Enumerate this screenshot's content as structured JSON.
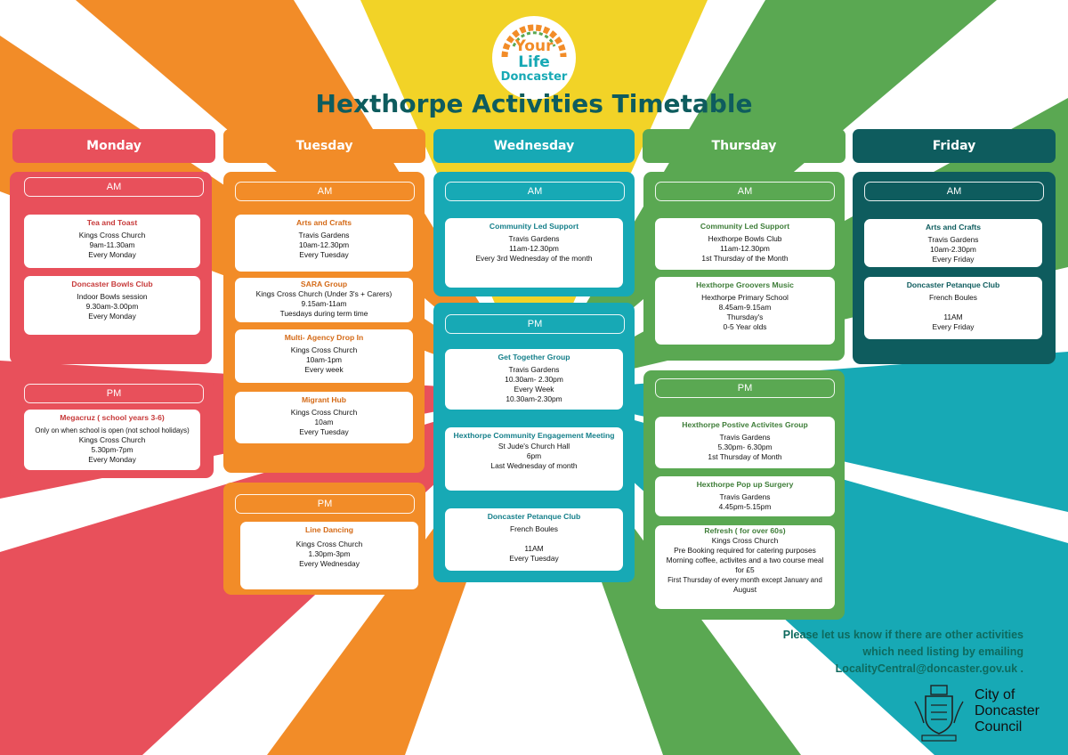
{
  "logo": {
    "line1": "Your",
    "line2": "Life",
    "line3": "Doncaster"
  },
  "title": "Hexthorpe Activities Timetable",
  "colors": {
    "monday": "#e8505b",
    "tuesday": "#f28c28",
    "wednesday": "#17a9b5",
    "thursday": "#5aa852",
    "friday": "#0e5c5e",
    "yellow": "#f0d020"
  },
  "days": [
    {
      "name": "Monday",
      "am_label": "AM",
      "am": [
        {
          "title": "Tea and Toast",
          "lines": [
            "Kings Cross Church",
            "9am-11.30am",
            "Every Monday"
          ]
        },
        {
          "title": "Doncaster Bowls Club",
          "lines": [
            "Indoor Bowls session",
            "9.30am-3.00pm",
            "Every Monday"
          ]
        }
      ],
      "pm_label": "PM",
      "pm": [
        {
          "title": "Megacruz ( school years 3-6)",
          "lines": [
            "Only on when school is open (not school holidays)",
            "Kings Cross Church",
            "5.30pm-7pm",
            "Every Monday"
          ]
        }
      ]
    },
    {
      "name": "Tuesday",
      "am_label": "AM",
      "am": [
        {
          "title": "Arts and Crafts",
          "lines": [
            "Travis Gardens",
            "10am-12.30pm",
            "Every Tuesday"
          ]
        },
        {
          "title": "SARA Group",
          "lines": [
            "Kings Cross Church (Under 3's + Carers)",
            "9.15am-11am",
            "Tuesdays during term time"
          ]
        },
        {
          "title": "Multi- Agency Drop In",
          "lines": [
            "Kings Cross Church",
            "10am-1pm",
            "Every week"
          ]
        },
        {
          "title": "Migrant Hub",
          "lines": [
            "Kings Cross Church",
            "10am",
            "Every Tuesday"
          ]
        }
      ],
      "pm_label": "PM",
      "pm": [
        {
          "title": "Line Dancing",
          "lines": [
            "Kings Cross Church",
            "1.30pm-3pm",
            "Every Wednesday"
          ]
        }
      ]
    },
    {
      "name": "Wednesday",
      "am_label": "AM",
      "am": [
        {
          "title": "Community Led Support",
          "lines": [
            "Travis Gardens",
            "11am-12.30pm",
            "Every 3rd Wednesday of the month"
          ]
        }
      ],
      "pm_label": "PM",
      "pm": [
        {
          "title": "Get Together Group",
          "lines": [
            "Travis Gardens",
            "10.30am- 2.30pm",
            "Every Week",
            "10.30am-2.30pm"
          ]
        },
        {
          "title": "Hexthorpe Community Engagement Meeting",
          "lines": [
            "St Jude's Church Hall",
            "6pm",
            "Last Wednesday of month"
          ]
        },
        {
          "title": "Doncaster Petanque Club",
          "lines": [
            "French Boules",
            "",
            "11AM",
            "Every Tuesday"
          ]
        }
      ]
    },
    {
      "name": "Thursday",
      "am_label": "AM",
      "am": [
        {
          "title": "Community Led Support",
          "lines": [
            "Hexthorpe Bowls Club",
            "11am-12.30pm",
            "1st Thursday of the Month"
          ]
        },
        {
          "title": "Hexthorpe Groovers Music",
          "lines": [
            "Hexthorpe Primary School",
            "8.45am-9.15am",
            "Thursday's",
            "0-5 Year olds"
          ]
        }
      ],
      "pm_label": "PM",
      "pm": [
        {
          "title": "Hexthorpe Postive Activites Group",
          "lines": [
            "Travis Gardens",
            "5.30pm- 6.30pm",
            "1st Thursday of Month"
          ]
        },
        {
          "title": "Hexthorpe Pop up Surgery",
          "lines": [
            "Travis Gardens",
            "4.45pm-5.15pm"
          ]
        },
        {
          "title": "Refresh ( for over 60s)",
          "lines": [
            "Kings Cross Church",
            "Pre Booking required for catering purposes",
            "Morning coffee, activites and a two course meal",
            "for £5",
            "First Thursday of every month except January and",
            "August"
          ]
        }
      ]
    },
    {
      "name": "Friday",
      "am_label": "AM",
      "am": [
        {
          "title": "Arts and Crafts",
          "lines": [
            "Travis Gardens",
            "10am-2.30pm",
            "Every Friday"
          ]
        },
        {
          "title": "Doncaster Petanque Club",
          "lines": [
            "French Boules",
            "",
            "11AM",
            "Every Friday"
          ]
        }
      ]
    }
  ],
  "footer": {
    "line1": "Please let us  know if there are other activities",
    "line2": "which need listing by emailing",
    "line3": "LocalityCentral@doncaster.gov.uk ."
  },
  "council": {
    "line1": "City of",
    "line2": "Doncaster",
    "line3": "Council"
  }
}
